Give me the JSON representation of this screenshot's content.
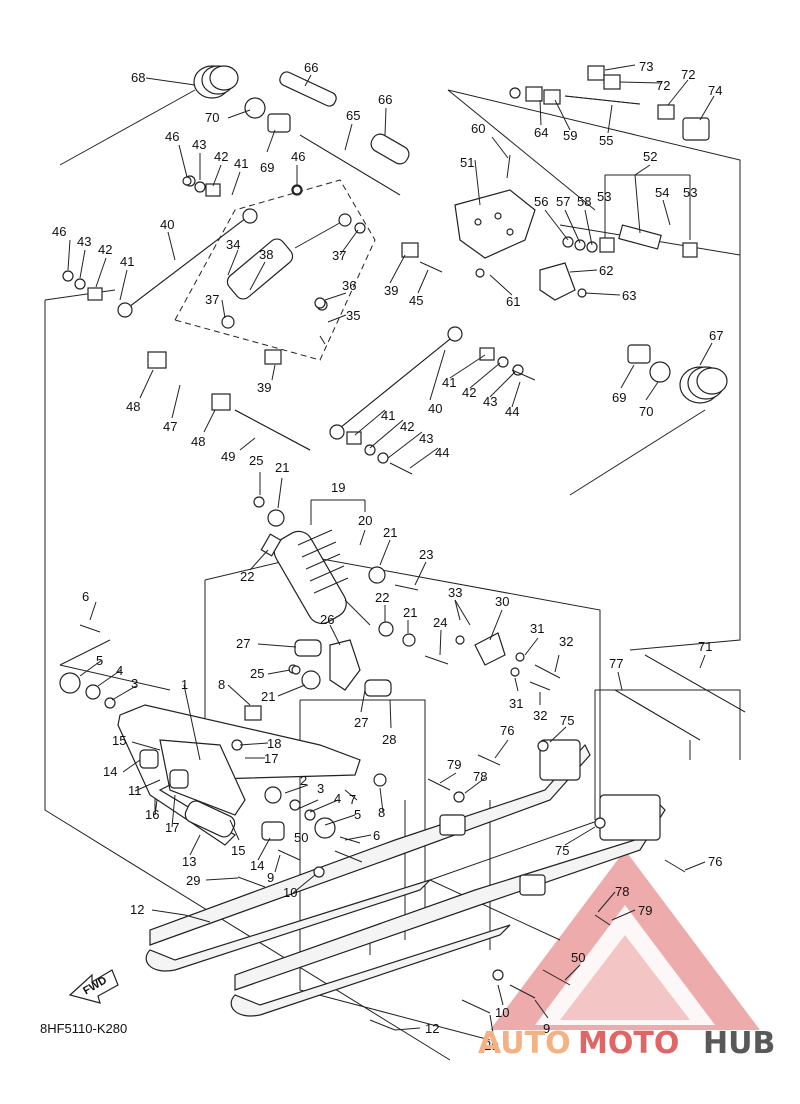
{
  "diagram_code": "8HF5110-K280",
  "fwd_label": "FWD",
  "watermark": {
    "part1": "AUTO",
    "part2": "MOTO",
    "part3": "HUB"
  },
  "colors": {
    "line": "#222222",
    "watermark_red": "#e06666",
    "watermark_orange": "#f4b183",
    "watermark_gray": "#595959"
  },
  "callouts": [
    "1",
    "2",
    "3",
    "4",
    "5",
    "6",
    "7",
    "8",
    "9",
    "10",
    "11",
    "12",
    "13",
    "14",
    "15",
    "16",
    "17",
    "18",
    "19",
    "20",
    "21",
    "22",
    "23",
    "24",
    "25",
    "26",
    "27",
    "28",
    "29",
    "30",
    "31",
    "32",
    "33",
    "34",
    "35",
    "36",
    "37",
    "38",
    "39",
    "40",
    "41",
    "42",
    "43",
    "44",
    "45",
    "46",
    "47",
    "48",
    "49",
    "50",
    "51",
    "52",
    "53",
    "54",
    "55",
    "56",
    "57",
    "58",
    "59",
    "60",
    "61",
    "62",
    "63",
    "64",
    "65",
    "66",
    "67",
    "68",
    "69",
    "70",
    "71",
    "72",
    "73",
    "74",
    "75",
    "76",
    "77",
    "78",
    "79"
  ]
}
